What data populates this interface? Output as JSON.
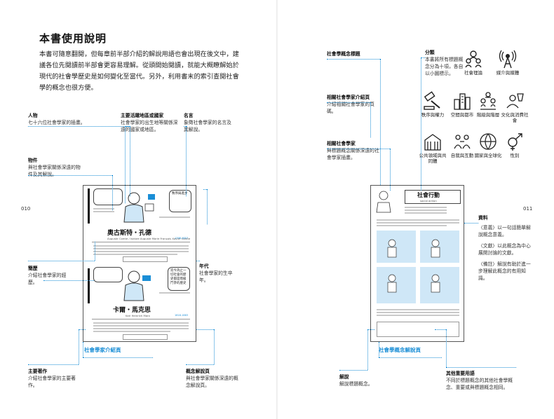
{
  "title": "本書使用說明",
  "intro": "本書可隨意翻閱，但每章前半部介紹的解說用語也會出現在後文中，建議各位先閱讀前半部會更容易理解。從頭開始閱讀，就能大概瞭解始於現代的社會學歷史是如何變化至當代。另外，利用書末的索引查閱社會學的概念也很方便。",
  "page_left": "010",
  "page_right": "011",
  "left_labels": {
    "person": {
      "head": "人物",
      "desc": "七十六位社會學家的插畫。"
    },
    "country": {
      "head": "主要活躍地區或國家",
      "desc": "社會學家的出生地等關係深遠的國家或地區。"
    },
    "quote": {
      "head": "名言",
      "desc": "象徵社會學家的名言及其解說。"
    },
    "item": {
      "head": "物件",
      "desc": "與社會學家關係深遠的物件及其解說。"
    },
    "bio": {
      "head": "簡歷",
      "desc": "介紹社會學家的經歷。"
    },
    "years": {
      "head": "年代",
      "desc": "社會學家的生卒年。"
    },
    "works": {
      "head": "主要著作",
      "desc": "介紹社會學家的主要著作。"
    },
    "concept": {
      "head": "概念解說頁",
      "desc": "與社會學家關係深遠的概念解說頁。"
    },
    "caption": "社會學家介紹頁"
  },
  "right_labels": {
    "concept_title": {
      "head": "社會學概念標題"
    },
    "related": {
      "head": "相關社會學家介紹頁",
      "desc": "介紹相關社會學家的頁碼。"
    },
    "illustrator": {
      "head": "相關社會學家",
      "desc": "與標題概念關係深遠的社會學家插畫。"
    },
    "category": {
      "head": "分類",
      "desc": "本書將所有標題概念分為十項，各自以小圖標示。"
    },
    "material": {
      "head": "資料",
      "items": [
        "〈意義〉以一句話簡單解說概念意義。",
        "〈文獻〉以此概念為中心展開討論的文獻。",
        "〈備註〉解說有助於進一步理解此概念的有用知識。"
      ]
    },
    "explain": {
      "head": "解說",
      "desc": "解說標題概念。"
    },
    "other": {
      "head": "其他重要用語",
      "desc": "不同於標題概念的其他社會學概念、重要或與標題概念相同。"
    },
    "caption": "社會學概念解說頁"
  },
  "categories": [
    {
      "icon": "society-theory-icon",
      "label": "社會理論"
    },
    {
      "icon": "media-icon",
      "label": "媒介與媒體"
    },
    {
      "icon": "order-power-icon",
      "label": "秩序與權力"
    },
    {
      "icon": "space-city-icon",
      "label": "空間與都市"
    },
    {
      "icon": "class-gap-icon",
      "label": "階級與階層"
    },
    {
      "icon": "culture-consumption-icon",
      "label": "文化與消費社會"
    },
    {
      "icon": "public-sphere-icon",
      "label": "公共領域與共同體"
    },
    {
      "icon": "self-interaction-icon",
      "label": "自我與互動"
    },
    {
      "icon": "nation-globalization-icon",
      "label": "國家與全球化"
    },
    {
      "icon": "gender-icon",
      "label": "性別"
    }
  ],
  "mock_left": {
    "name1": "奧古斯特・孔德",
    "name1_sub": "Auguste Comte / Isidore Auguste Marie François Xavier Comte",
    "name1_years": "1798-1857",
    "quote1": "秩序與進步",
    "name2": "卡爾・馬克思",
    "name2_sub": "Karl Heinrich Marx",
    "name2_years": "1818-1883",
    "quote2": "迄今為止一切社會的歷史都是階級鬥爭的歷史"
  },
  "mock_right": {
    "title": "社會行動",
    "subtitle": "social action"
  }
}
